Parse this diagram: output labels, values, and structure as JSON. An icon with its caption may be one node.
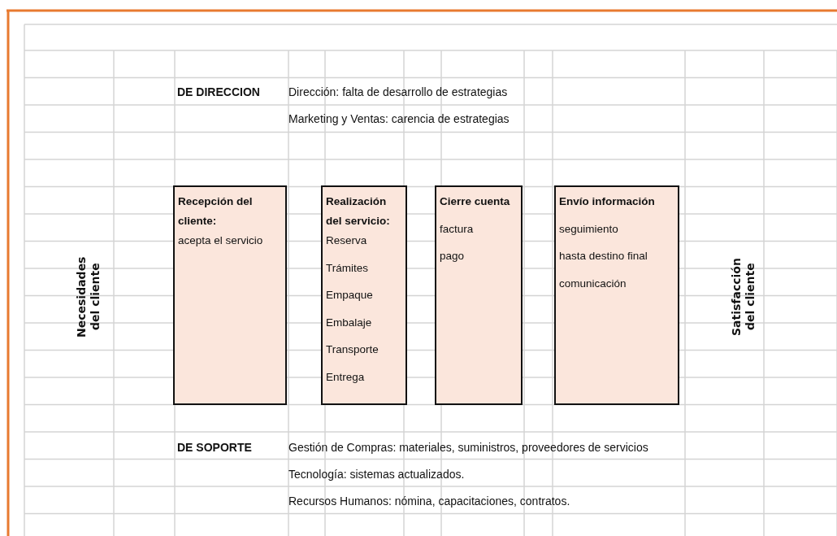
{
  "diagram": {
    "nodes": [
      {
        "text": [
          "Recepción del cliente:",
          "acepta el servicio"
        ]
      },
      {
        "text": [
          "Realización del servicio:",
          "Reserva",
          "Trámites",
          "Empaque",
          "Embalaje",
          "Transporte",
          "Entrega"
        ]
      },
      {
        "text": [
          "Cierre cuenta",
          "factura",
          "pago"
        ]
      },
      {
        "text": [
          "Envío información",
          "seguimiento",
          "hasta destino final",
          "comunicación"
        ]
      }
    ],
    "labels": [
      "DE DIRECCION",
      "Dirección: falta de desarrollo de estrategias",
      "Marketing y Ventas: carencia de estrategias",
      "Necesidades del cliente",
      "Satisfacción del cliente",
      "DE SOPORTE",
      "Gestión de Compras: materiales, suministros, proveedores de servicios",
      "Tecnología: sistemas actualizados.",
      "Recursos Humanos: nómina, capacitaciones, contratos."
    ]
  }
}
